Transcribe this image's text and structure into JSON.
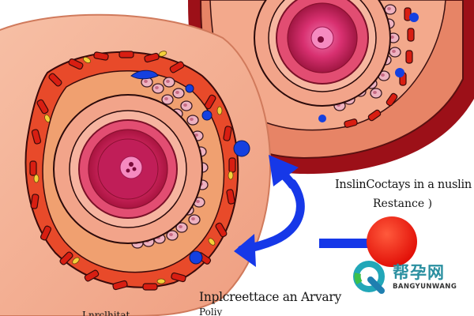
{
  "labels": {
    "top_right_line1": "InslinCoctays in a nuslin",
    "top_right_line2": "Restance )",
    "bottom_mid_line1": "Inplcreettace an Arvary",
    "bottom_mid_line2": "Poliy",
    "bottom_left": "Lnrclhitat"
  },
  "watermark": {
    "chinese": "帮孕网",
    "english": "BANGYUNWANG",
    "icon": "q-logo-icon",
    "color": "#2a8fa0"
  },
  "colors": {
    "tissue_outer": "#f3a98c",
    "muscle_red": "#d81e12",
    "vessel_dark_red": "#9c1018",
    "core_magenta": "#d92a68",
    "cell_pink": "#eeb2c0",
    "accent_blue": "#1440e0",
    "red_ball": "#ee1c10"
  }
}
